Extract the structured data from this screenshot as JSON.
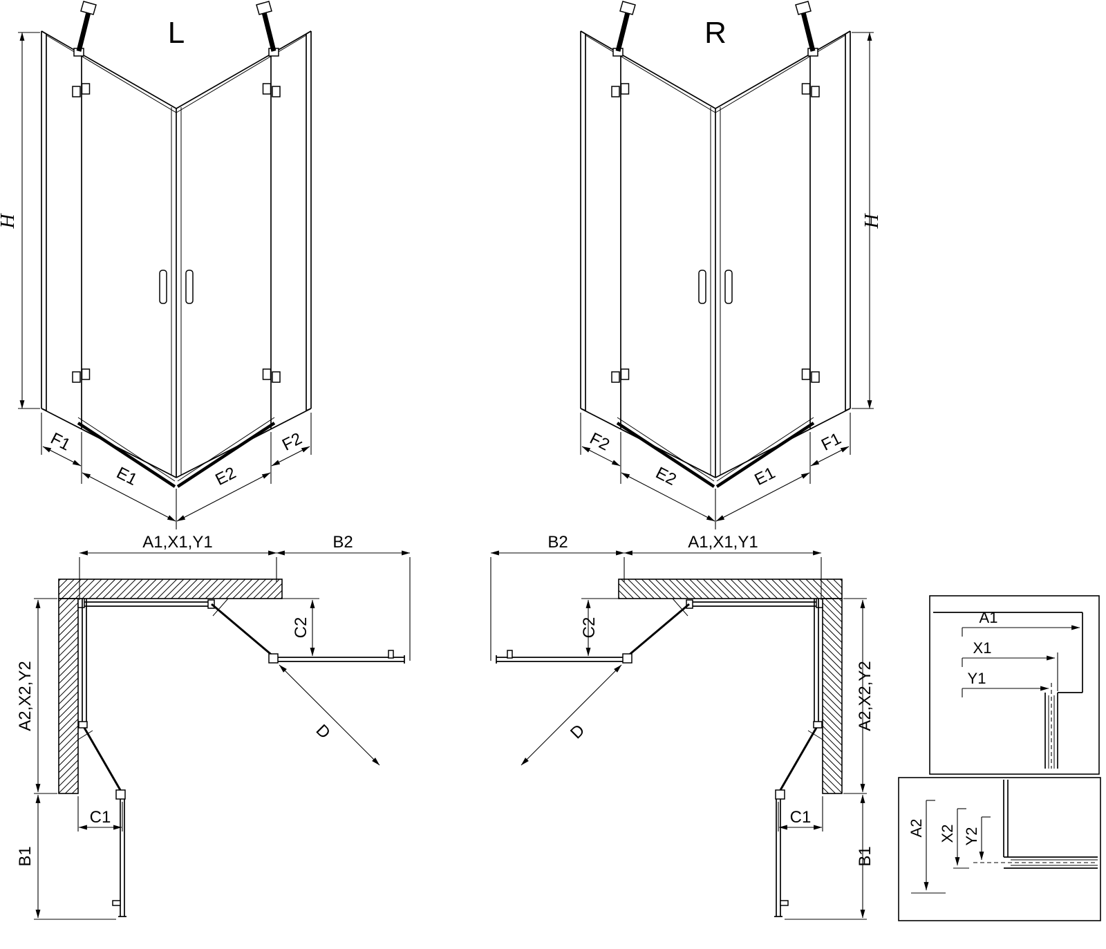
{
  "diagram": {
    "colors": {
      "line": "#000000",
      "background": "#ffffff"
    },
    "front_left": {
      "title": "L",
      "h": "H",
      "f1": "F1",
      "e1": "E1",
      "e2": "E2",
      "f2": "F2"
    },
    "front_right": {
      "title": "R",
      "h": "H",
      "f1": "F1",
      "e1": "E1",
      "e2": "E2",
      "f2": "F2"
    },
    "plan_left": {
      "top_width": "A1,X1,Y1",
      "b2": "B2",
      "c2": "C2",
      "side": "A2,X2,Y2",
      "c1": "C1",
      "b1": "B1",
      "d": "D"
    },
    "plan_right": {
      "top_width": "A1,X1,Y1",
      "b2": "B2",
      "c2": "C2",
      "side": "A2,X2,Y2",
      "c1": "C1",
      "b1": "B1",
      "d": "D"
    },
    "detail_top": {
      "a1": "A1",
      "x1": "X1",
      "y1": "Y1"
    },
    "detail_bottom": {
      "a2": "A2",
      "x2": "X2",
      "y2": "Y2"
    }
  }
}
